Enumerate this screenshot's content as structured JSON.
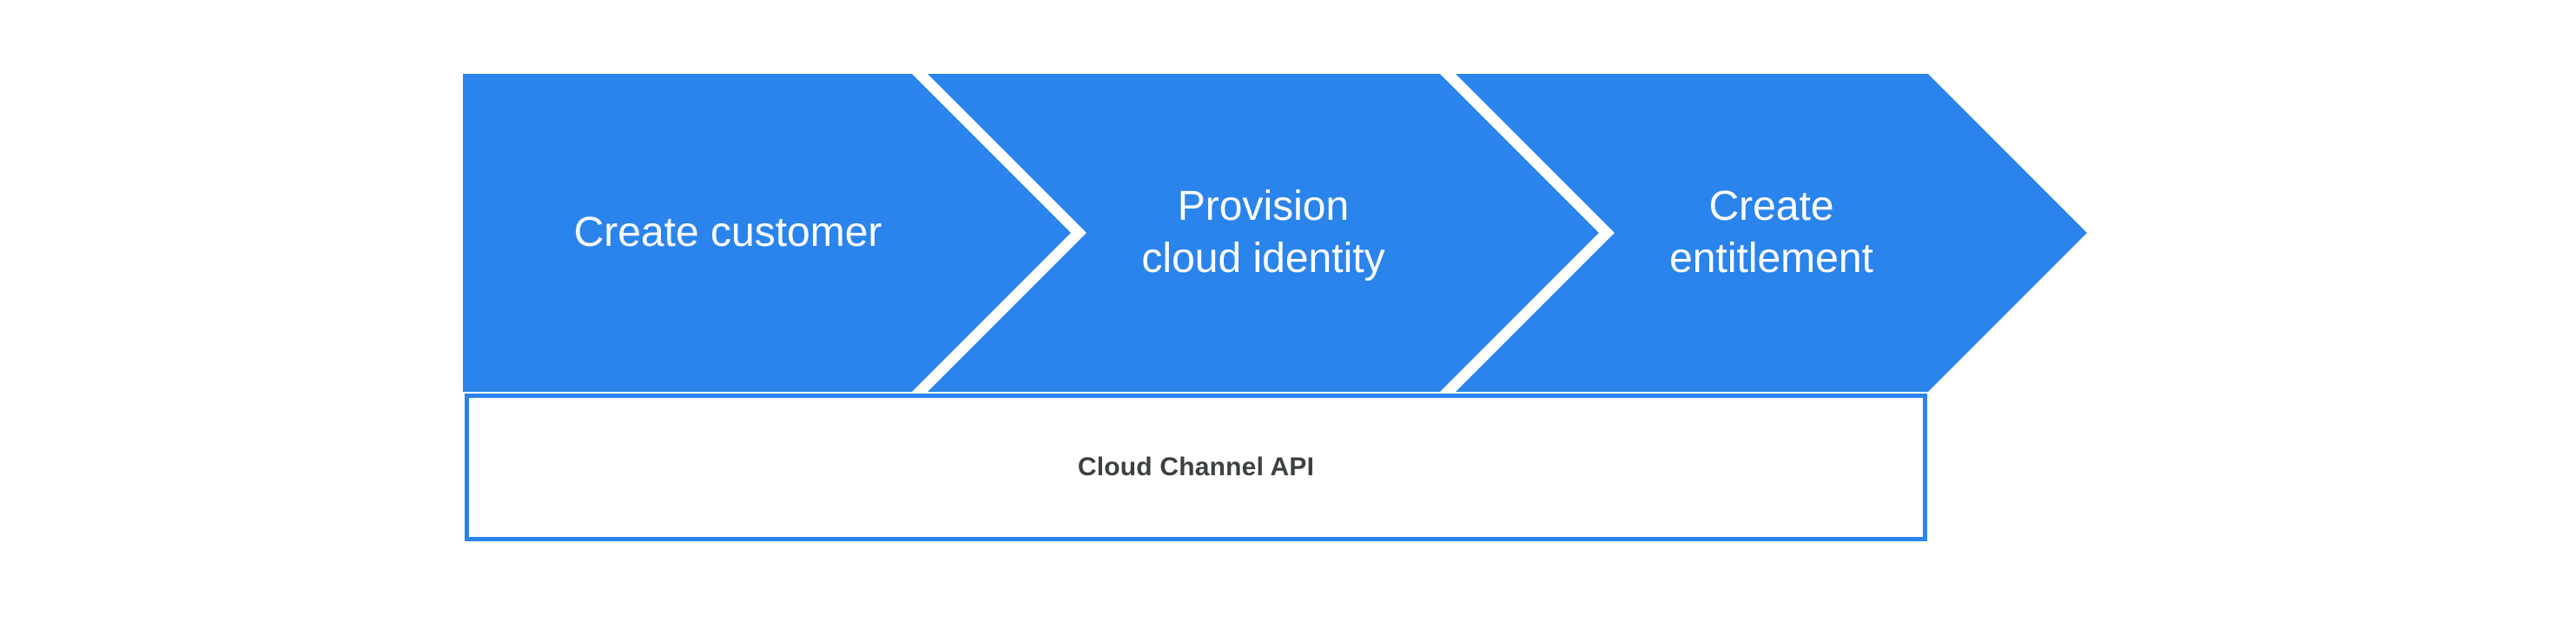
{
  "diagram": {
    "type": "process-flow",
    "steps": [
      {
        "id": "create-customer",
        "lines": [
          "Create customer"
        ]
      },
      {
        "id": "provision-cloud-identity",
        "lines": [
          "Provision",
          "cloud identity"
        ]
      },
      {
        "id": "create-entitlement",
        "lines": [
          "Create",
          "entitlement"
        ]
      }
    ],
    "api_bar": {
      "label": "Cloud Channel API"
    }
  },
  "colors": {
    "chevron_fill": "#2A84EC",
    "chevron_text": "#FFFFFF",
    "separator": "#FFFFFF",
    "api_bar_border": "#2A84EC",
    "api_bar_text": "#3C4043",
    "background": "#FFFFFF"
  }
}
